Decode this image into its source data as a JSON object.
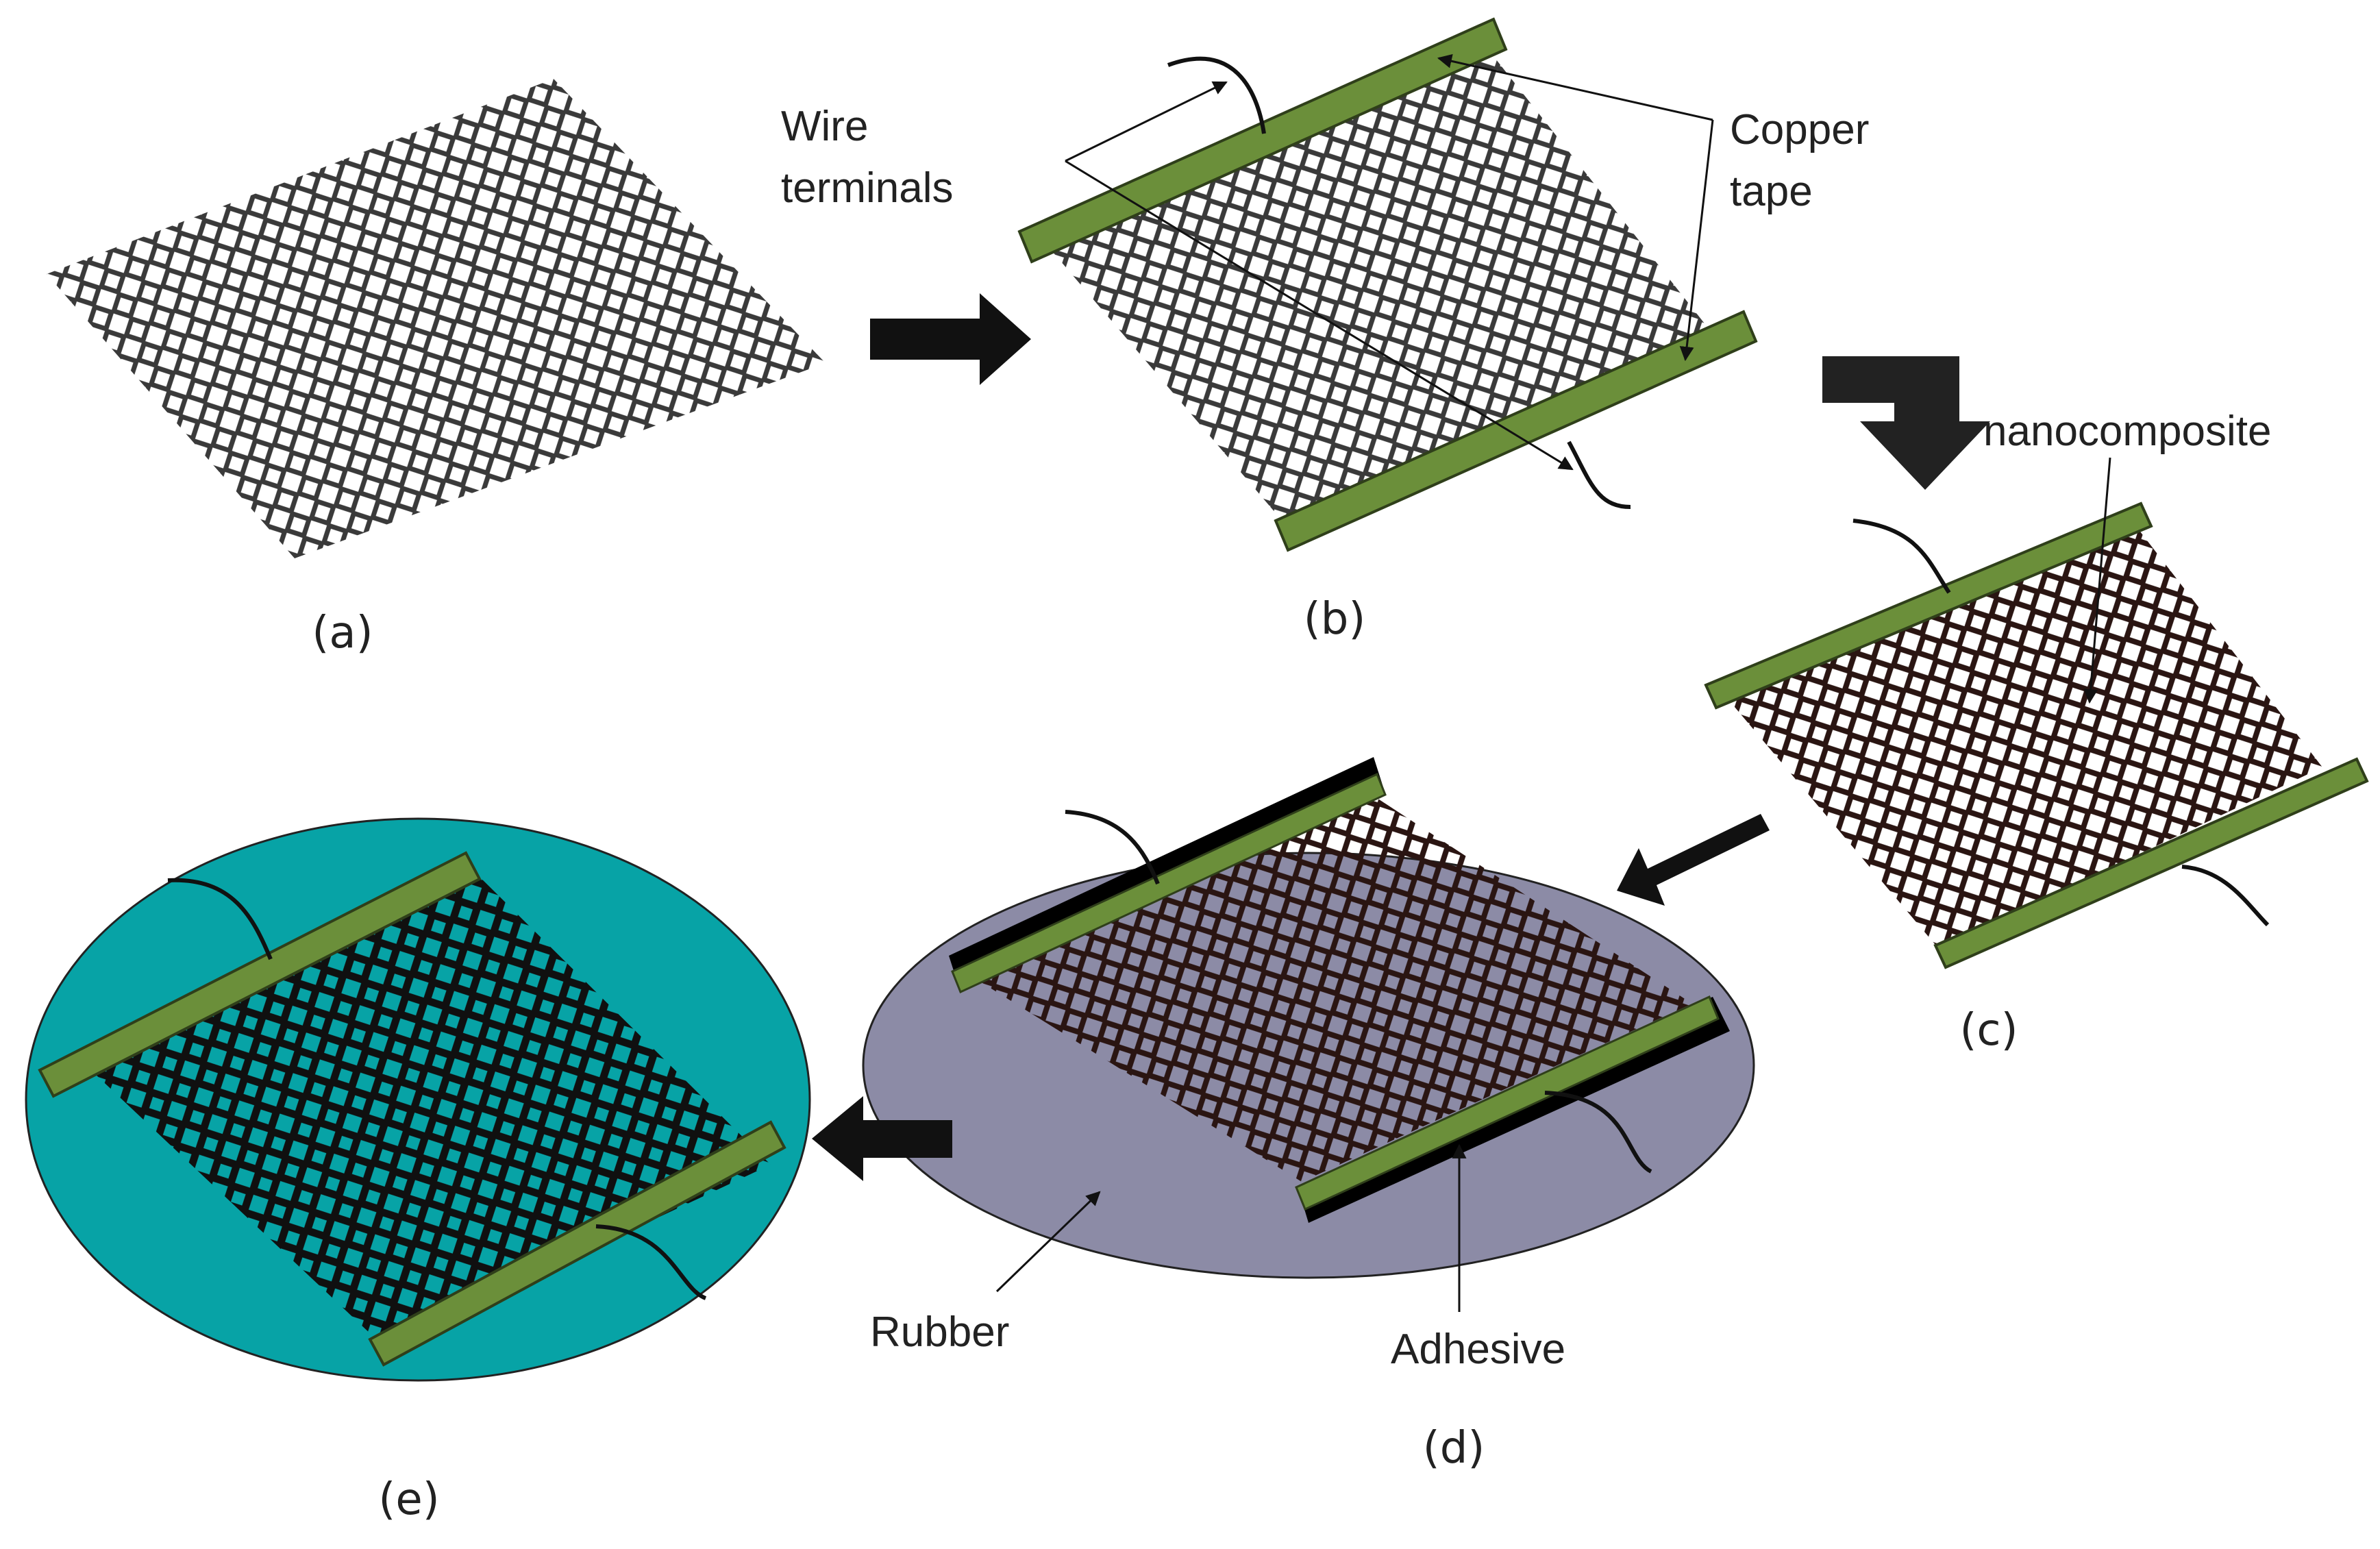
{
  "figure": {
    "panels": [
      {
        "id": "a",
        "label": "(a)"
      },
      {
        "id": "b",
        "label": "(b)"
      },
      {
        "id": "c",
        "label": "(c)"
      },
      {
        "id": "d",
        "label": "(d)"
      },
      {
        "id": "e",
        "label": "(e)"
      }
    ],
    "annotations": {
      "wire_terminals_line1": "Wire",
      "wire_terminals_line2": "terminals",
      "copper_tape_line1": "Copper",
      "copper_tape_line2": "tape",
      "nanocomposite": "nanocomposite",
      "rubber": "Rubber",
      "adhesive": "Adhesive"
    }
  },
  "colors": {
    "copper_tape": "#6b8f3a",
    "copper_tape_stroke": "#2f3f1a",
    "mesh_bare": "#3a3a3a",
    "mesh_coated": "#2a1512",
    "rubber_d": "#8c8ba6",
    "rubber_e": "#07a3a6",
    "adhesive": "#000000",
    "arrow": "#111111"
  },
  "icons": {
    "process_arrow": "thick-arrow-icon",
    "wire": "wire-lead-icon"
  }
}
